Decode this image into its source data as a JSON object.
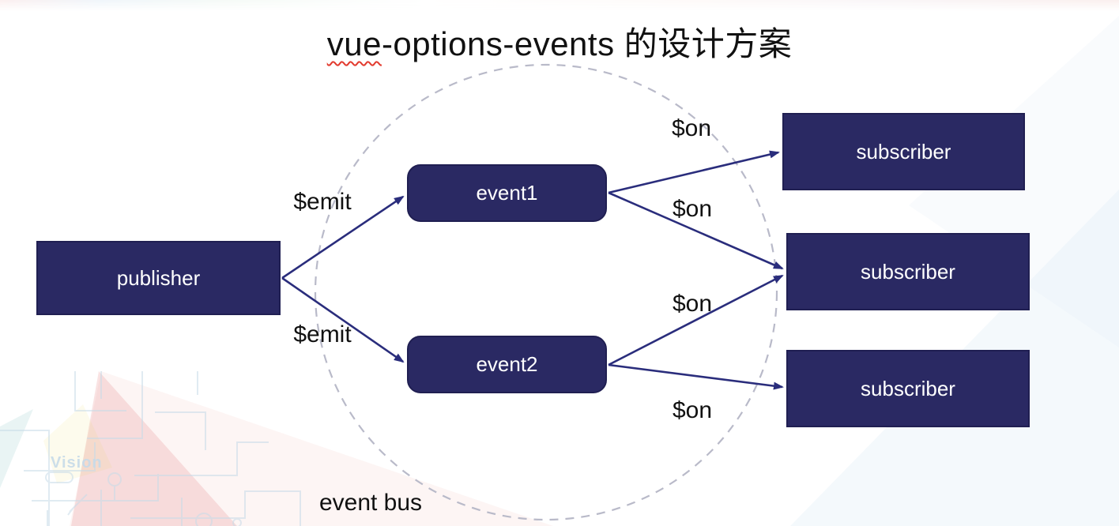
{
  "title": {
    "highlight": "vue",
    "rest": "-options-events 的设计方案"
  },
  "diagram": {
    "publisher": {
      "label": "publisher"
    },
    "events": [
      {
        "label": "event1"
      },
      {
        "label": "event2"
      }
    ],
    "subscribers": [
      {
        "label": "subscriber"
      },
      {
        "label": "subscriber"
      },
      {
        "label": "subscriber"
      }
    ],
    "emit_labels": [
      "$emit",
      "$emit"
    ],
    "on_labels": [
      "$on",
      "$on",
      "$on",
      "$on"
    ],
    "bus_label": "event bus"
  },
  "watermark": {
    "text": "Vision"
  },
  "colors": {
    "node_fill": "#2a2963",
    "node_border": "#201f52",
    "arrow": "#2a2d7c",
    "dashed_circle": "#b9bac9",
    "label_text": "#111111",
    "node_text": "#ffffff",
    "squiggle": "#e23a2e",
    "watermark_blue": "#c7dbe9"
  }
}
